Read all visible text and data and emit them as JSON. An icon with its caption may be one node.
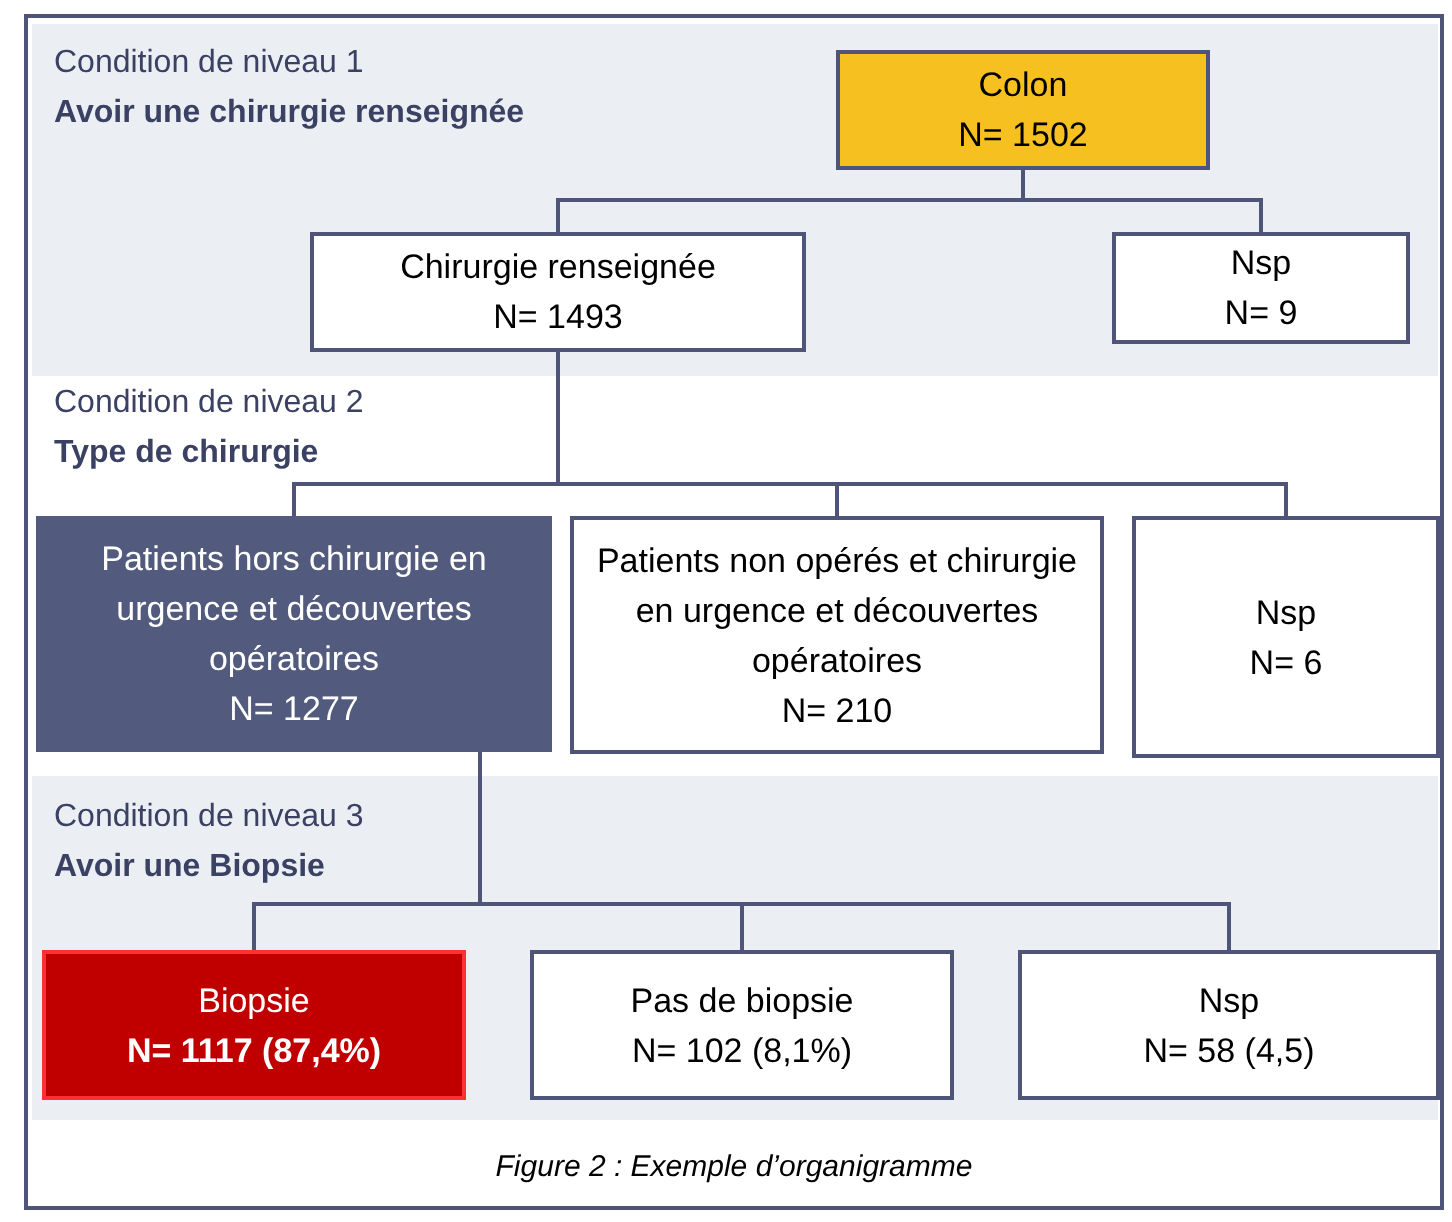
{
  "diagram": {
    "caption": "Figure 2 : Exemple d’organigramme",
    "nodes": [
      {
        "text": [
          "Colon",
          "N= 1502"
        ]
      },
      {
        "text": [
          "Chirurgie renseignée",
          "N= 1493"
        ]
      },
      {
        "text": [
          "Nsp",
          "N= 9"
        ]
      },
      {
        "text": [
          "Patients hors chirurgie en urgence et découvertes opératoires",
          "N= 1277"
        ]
      },
      {
        "text": [
          "Patients non opérés et chirurgie en urgence et découvertes opératoires",
          "N= 210"
        ]
      },
      {
        "text": [
          "Nsp",
          "N= 6"
        ]
      },
      {
        "text": [
          "Biopsie",
          "N= 1117 (87,4%)"
        ]
      },
      {
        "text": [
          "Pas de biopsie",
          "N= 102 (8,1%)"
        ]
      },
      {
        "text": [
          "Nsp",
          "N= 58 (4,5)"
        ]
      }
    ],
    "edges": [
      {
        "from": 0,
        "to": 1,
        "arrow": "none"
      },
      {
        "from": 0,
        "to": 2,
        "arrow": "none"
      },
      {
        "from": 1,
        "to": 3,
        "arrow": "none"
      },
      {
        "from": 1,
        "to": 4,
        "arrow": "none"
      },
      {
        "from": 1,
        "to": 5,
        "arrow": "none"
      },
      {
        "from": 3,
        "to": 6,
        "arrow": "none"
      },
      {
        "from": 3,
        "to": 7,
        "arrow": "none"
      },
      {
        "from": 3,
        "to": 8,
        "arrow": "none"
      }
    ],
    "labels": [
      "Condition de niveau 1",
      "Avoir une chirurgie renseignée",
      "Condition de niveau 2",
      "Type de chirurgie",
      "Condition de niveau 3",
      "Avoir une Biopsie"
    ]
  }
}
